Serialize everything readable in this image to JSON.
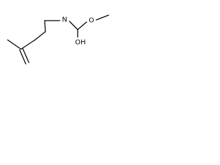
{
  "molecule": {
    "atoms": {
      "nitrogen": "N",
      "hydroxyl": "OH",
      "ether_oxygen": "O"
    }
  }
}
